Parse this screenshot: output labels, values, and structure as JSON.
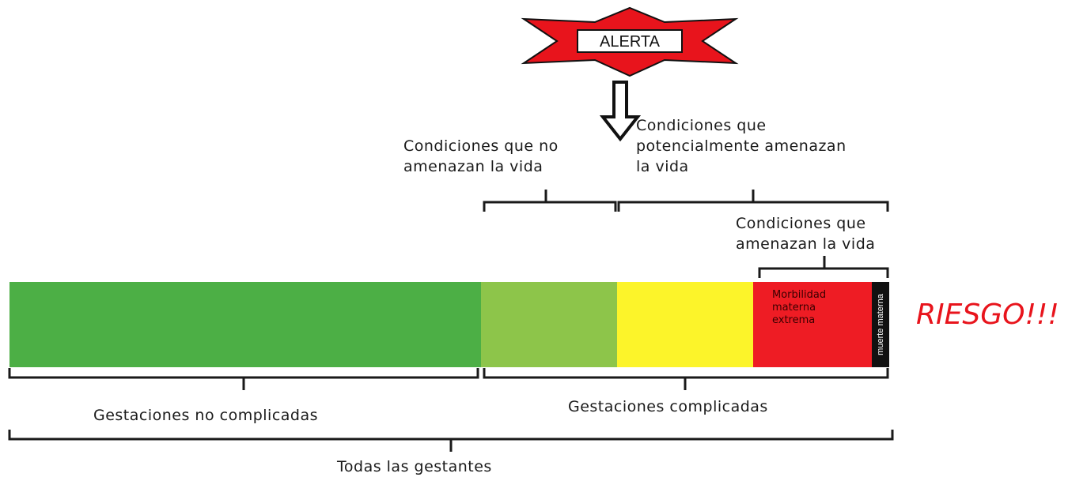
{
  "alert": {
    "label": "ALERTA",
    "color": "#e8141c"
  },
  "top_labels": {
    "non_threatening": "Condiciones que no\namenazan la vida",
    "potentially_threatening": "Condiciones que\npotencialmente amenazan\nla vida",
    "life_threatening": "Condiciones que\namenazan la vida"
  },
  "bar": {
    "segments": [
      {
        "name": "gestaciones-no-complicadas",
        "color": "#4caf45"
      },
      {
        "name": "condiciones-no-amenazan",
        "color": "#8dc54a"
      },
      {
        "name": "condiciones-potencialmente",
        "color": "#fcf42a"
      },
      {
        "name": "morbilidad-materna-extrema",
        "color": "#ee1c24"
      },
      {
        "name": "muerte-materna",
        "color": "#111111"
      }
    ],
    "red_label": "Morbilidad\nmaterna\nextrema",
    "black_label": "muerte materna"
  },
  "bottom_labels": {
    "uncomplicated": "Gestaciones no complicadas",
    "complicated": "Gestaciones complicadas",
    "all": "Todas las gestantes"
  },
  "riesgo": "RIESGO!!!"
}
